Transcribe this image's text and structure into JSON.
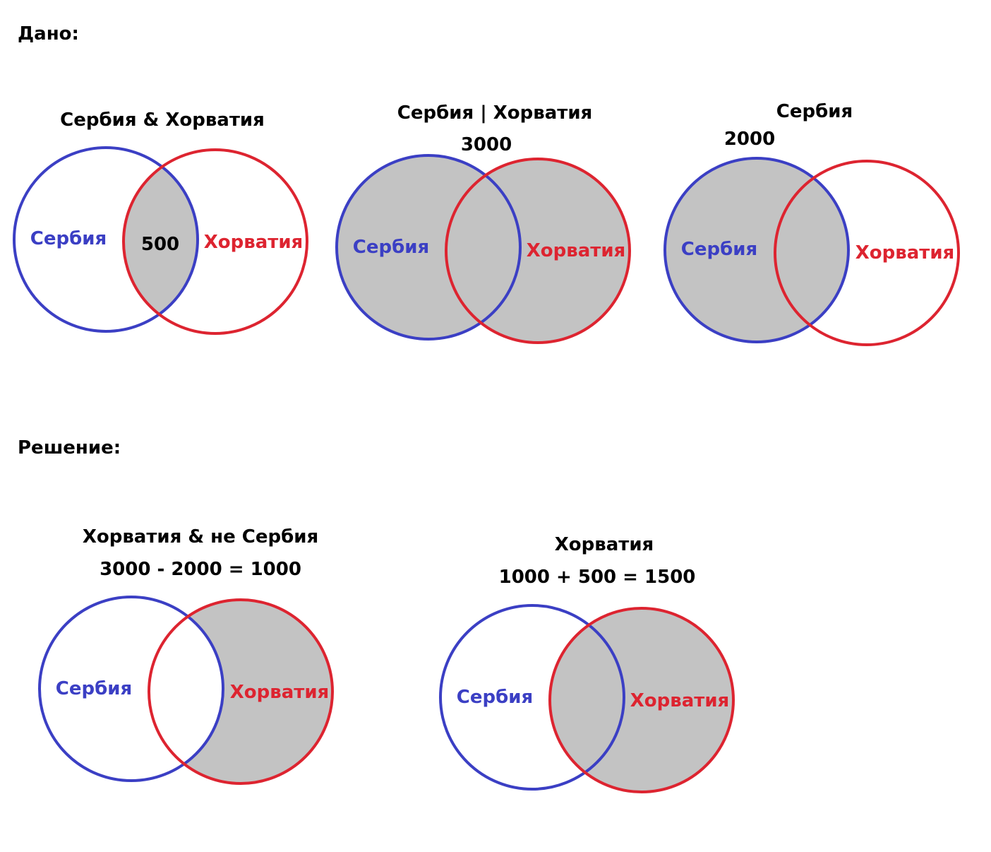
{
  "colors": {
    "serbia": "#3b3fc4",
    "croatia": "#dd2430",
    "shade": "#c3c3c3",
    "text": "#000000"
  },
  "labels": {
    "serbia": "Сербия",
    "croatia": "Хорватия"
  },
  "sections": {
    "given": "Дано:",
    "solution": "Решение:"
  },
  "diagrams": [
    {
      "title": "Сербия & Хорватия",
      "value": "500",
      "shaded_region": "intersection"
    },
    {
      "title": "Сербия | Хорватия",
      "value": "3000",
      "shaded_region": "union"
    },
    {
      "title": "Сербия",
      "value": "2000",
      "shaded_region": "serbia"
    },
    {
      "title": "Хорватия & не Сербия",
      "equation": "3000 - 2000 = 1000",
      "shaded_region": "croatia-only"
    },
    {
      "title": "Хорватия",
      "equation": "1000 + 500 = 1500",
      "shaded_region": "croatia"
    }
  ]
}
